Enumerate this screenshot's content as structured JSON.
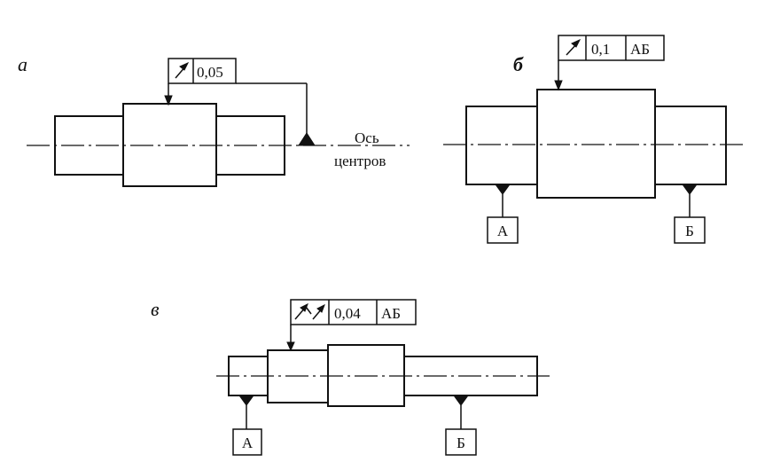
{
  "figures": {
    "a": {
      "letter": "а",
      "frame": {
        "symbol_icon": "circular-runout-arrow-icon",
        "tolerance": "0,05"
      },
      "axis_label_line1": "Ось",
      "axis_label_line2": "центров"
    },
    "b": {
      "letter": "б",
      "frame": {
        "symbol_icon": "circular-runout-arrow-icon",
        "tolerance": "0,1",
        "datums": "АБ"
      },
      "datum_left": "А",
      "datum_right": "Б"
    },
    "v": {
      "letter": "в",
      "frame": {
        "symbol_icon": "total-runout-arrow-icon",
        "tolerance": "0,04",
        "datums": "АБ"
      },
      "datum_left": "А",
      "datum_right": "Б"
    }
  }
}
